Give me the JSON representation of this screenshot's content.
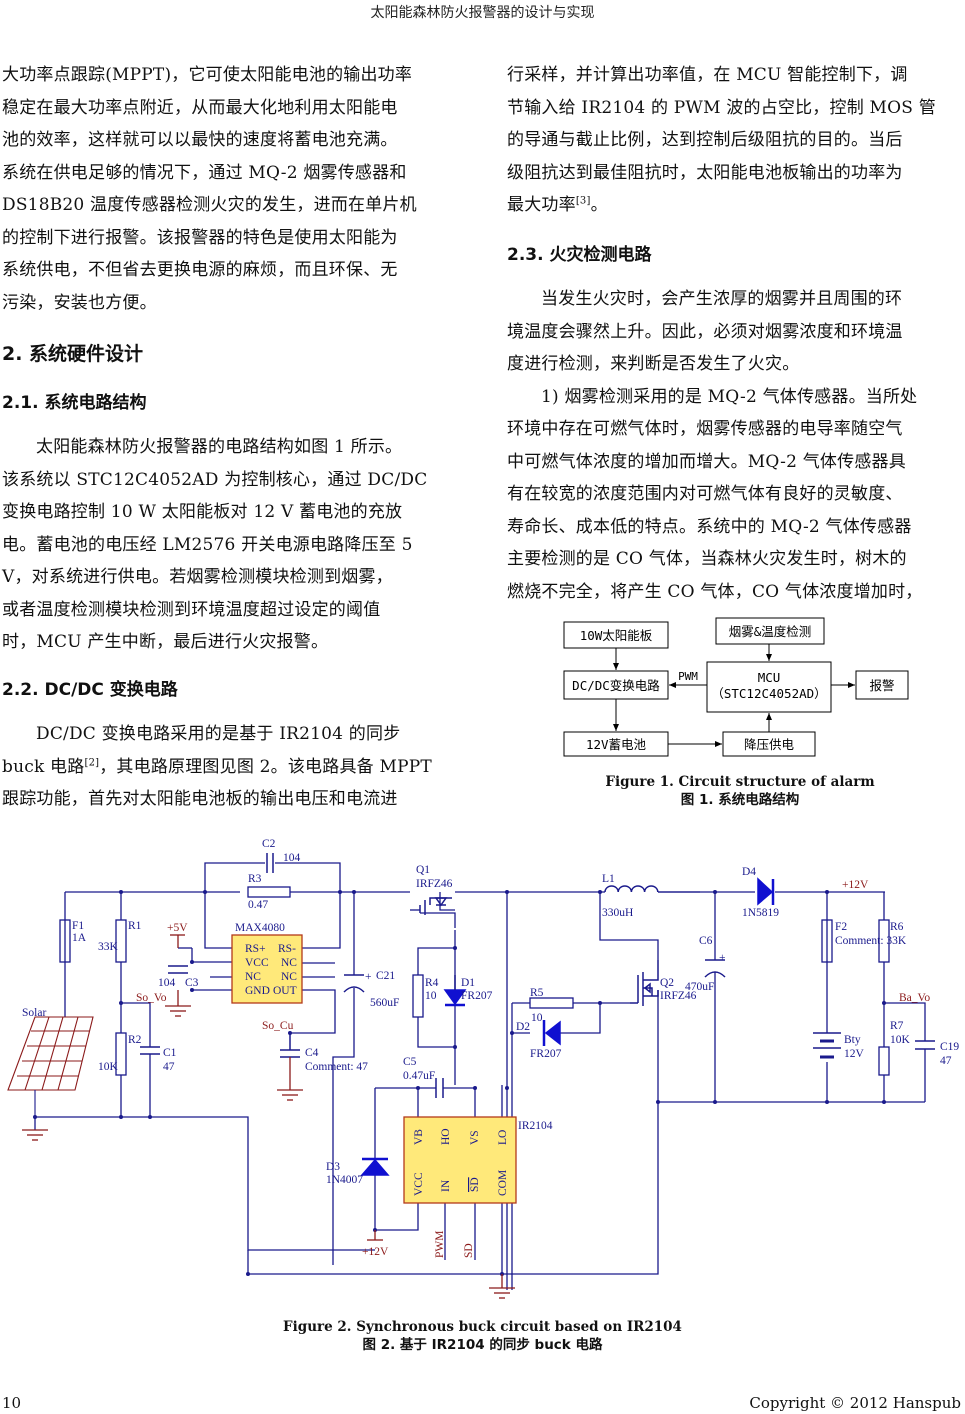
{
  "header": {
    "running_title": "太阳能森林防火报警器的设计与实现"
  },
  "left_column": {
    "intro_lines": [
      "大功率点跟踪(MPPT)，它可使太阳能电池的输出功率",
      "稳定在最大功率点附近，从而最大化地利用太阳能电",
      "池的效率，这样就可以以最快的速度将蓄电池充满。",
      "系统在供电足够的情况下，通过 MQ-2 烟雾传感器和",
      "DS18B20 温度传感器检测火灾的发生，进而在单片机",
      "的控制下进行报警。该报警器的特色是使用太阳能为",
      "系统供电，不但省去更换电源的麻烦，而且环保、无",
      "污染，安装也方便。"
    ],
    "section2_title": "2.  系统硬件设计",
    "section2_1_title": "2.1.  系统电路结构",
    "section2_1_lines": [
      "太阳能森林防火报警器的电路结构如图 1 所示。",
      "该系统以 STC12C4052AD 为控制核心，通过 DC/DC",
      "变换电路控制 10  W 太阳能板对 12  V 蓄电池的充放",
      "电。蓄电池的电压经 LM2576 开关电源电路降压至 5",
      "V，对系统进行供电。若烟雾检测模块检测到烟雾，",
      "或者温度检测模块检测到环境温度超过设定的阈值",
      "时，MCU 产生中断，最后进行火灾报警。"
    ],
    "section2_2_title": "2.2. DC/DC 变换电路",
    "section2_2_line1": "DC/DC  变换电路采用的是基于  IR2104  的同步",
    "section2_2_line2_pre": "buck 电路",
    "section2_2_line2_ref": "[2]",
    "section2_2_line2_post": "，其电路原理图见图 2。该电路具备 MPPT",
    "section2_2_line3": "跟踪功能，首先对太阳能电池板的输出电压和电流进"
  },
  "right_column": {
    "cont_lines": [
      "行采样，并计算出功率值，在 MCU 智能控制下，调",
      "节输入给 IR2104 的 PWM 波的占空比，控制 MOS 管",
      "的导通与截止比例，达到控制后级阻抗的目的。当后",
      "级阻抗达到最佳阻抗时，太阳能电池板输出的功率为"
    ],
    "cont_last_pre": "最大功率",
    "cont_last_ref": "[3]",
    "cont_last_post": "。",
    "section2_3_title": "2.3.  火灾检测电路",
    "section2_3_lines": [
      "当发生火灾时，会产生浓厚的烟雾并且周围的环",
      "境温度会骤然上升。因此，必须对烟雾浓度和环境温",
      "度进行检测，来判断是否发生了火灾。",
      "1)  烟雾检测采用的是 MQ-2 气体传感器。当所处",
      "环境中存在可燃气体时，烟雾传感器的电导率随空气",
      "中可燃气体浓度的增加而增大。MQ-2  气体传感器具",
      "有在较宽的浓度范围内对可燃气体有良好的灵敏度、",
      "寿命长、成本低的特点。系统中的 MQ-2 气体传感器",
      "主要检测的是 CO 气体，当森林火灾发生时，树木的",
      "燃烧不完全，将产生 CO 气体，CO 气体浓度增加时，"
    ]
  },
  "figure1": {
    "blocks": {
      "solar": "10W太阳能板",
      "sensor": "烟雾&温度检测",
      "dcdc": "DC/DC变换电路",
      "mcu_line1": "MCU",
      "mcu_line2": "（STC12C4052AD）",
      "alarm": "报警",
      "battery": "12V蓄电池",
      "buck": "降压供电"
    },
    "pwm_label": "PWM",
    "caption_en": "Figure 1. Circuit structure of alarm",
    "caption_zh": "图 1.  系统电路结构"
  },
  "figure2": {
    "labels": {
      "C2": "C2",
      "C2_val": "104",
      "R3": "R3",
      "R3_val": "0.47",
      "F1": "F1",
      "F1_val": "1A",
      "R1": "R1",
      "R1_val": "33K",
      "plus5v": "+5V",
      "max4080": "MAX4080",
      "max_pins_l": [
        "RS+",
        "VCC",
        "NC",
        "GND"
      ],
      "max_pins_r": [
        "RS-",
        "NC",
        "NC",
        "OUT"
      ],
      "C3": "C3",
      "C3_val": "104",
      "so_vo": "So_Vo",
      "solar": "Solar",
      "R2": "R2",
      "R2_val": "10K",
      "C1": "C1",
      "C1_val": "47",
      "so_cu": "So_Cu",
      "C4": "C4",
      "C4_val": "Comment: 47",
      "C21": "C21",
      "C21_val": "560uF",
      "Q1": "Q1",
      "Q1_val": "IRFZ46",
      "R4": "R4",
      "R4_val": "10",
      "D1": "D1",
      "D1_val": "FR207",
      "C5": "C5",
      "C5_val": "0.47uF",
      "L1": "L1",
      "L1_val": "330uH",
      "R5": "R5",
      "R5_val": "10",
      "D2": "D2",
      "D2_val": "FR207",
      "Q2": "Q2",
      "Q2_val": "IRFZ46",
      "C6": "C6",
      "C6_val": "470uF",
      "D4": "D4",
      "D4_val": "1N5819",
      "plus12v": "+12V",
      "F2": "F2",
      "F2_val": "Comment: 33K",
      "R6": "R6",
      "ba_vo": "Ba_Vo",
      "bty": "Bty",
      "bty_val": "12V",
      "R7": "R7",
      "R7_val": "10K",
      "C19": "C19",
      "C19_val": "47",
      "ir2104": "IR2104",
      "ir_pins_top": [
        "VB",
        "HO",
        "VS",
        "LO"
      ],
      "ir_pins_bot": [
        "VCC",
        "IN",
        "SD",
        "COM"
      ],
      "D3": "D3",
      "D3_val": "1N4007",
      "plus12v_b": "+12V",
      "pwm": "PWM",
      "sd": "SD"
    },
    "caption_en": "Figure 2. Synchronous buck circuit based on IR2104",
    "caption_zh": "图 2.  基于 IR2104 的同步 buck 电路"
  },
  "footer": {
    "page_number": "10",
    "copyright": "Copyright © 2012 Hanspub"
  },
  "colors": {
    "wire": "#1a1a8c",
    "net_label": "#8b1a1a",
    "ic_fill": "#ffe97a",
    "ic_border": "#b33a1a",
    "diode": "#1010d0"
  }
}
